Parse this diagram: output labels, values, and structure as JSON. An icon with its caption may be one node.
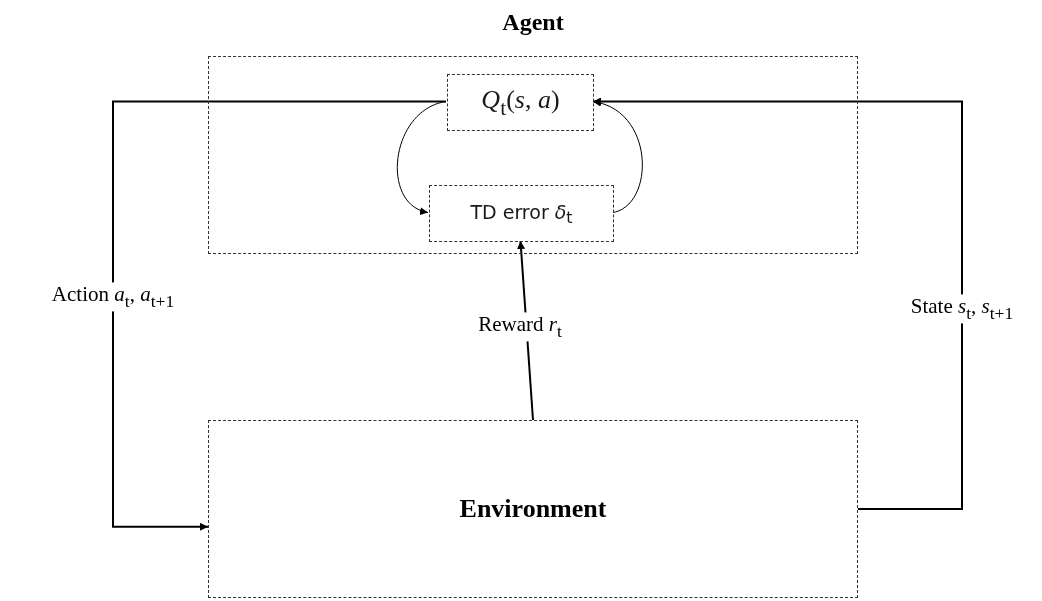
{
  "diagram": {
    "nodes": [
      {
        "text": [
          "Agent"
        ]
      },
      {
        "text": [
          "*Q*$_{t}$(*s*, *a*)"
        ],
        "in": 0
      },
      {
        "text": [
          "TD error *δ*$_{t}$"
        ],
        "in": 0
      },
      {
        "text": [
          "Environment"
        ]
      }
    ],
    "edges": [
      {
        "from": 1,
        "to": 3,
        "arrow": "to",
        "label": "Action *a*$_{t}$, *a*$_{t+1}$"
      },
      {
        "from": 3,
        "to": 1,
        "arrow": "to",
        "label": "State *s*$_{t}$, *s*$_{t+1}$"
      },
      {
        "from": 3,
        "to": 2,
        "arrow": "to",
        "label": "Reward *r*$_{t}$"
      },
      {
        "from": 1,
        "to": 2,
        "arrow": "to"
      },
      {
        "from": 2,
        "to": 1,
        "arrow": "to"
      }
    ]
  }
}
